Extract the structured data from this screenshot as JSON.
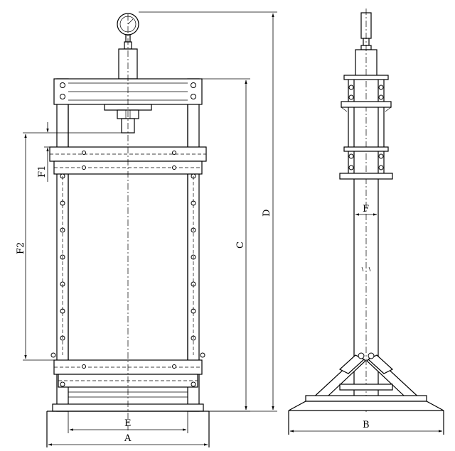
{
  "dimensions": {
    "F1": "F1",
    "F2": "F2",
    "C": "C",
    "D": "D",
    "E": "E",
    "A": "A",
    "F": "F",
    "B": "B"
  }
}
